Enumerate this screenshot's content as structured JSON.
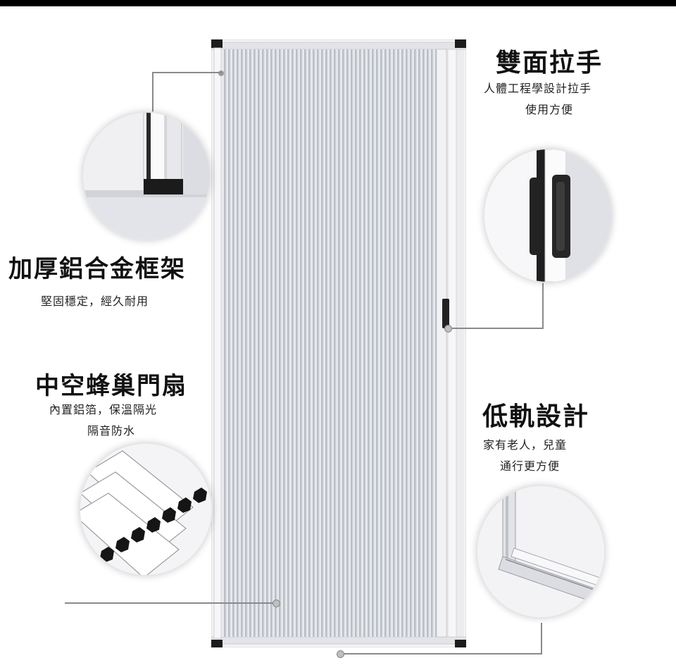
{
  "features": {
    "frame": {
      "title": "加厚鋁合金框架",
      "desc": [
        "堅固穩定，經久耐用"
      ]
    },
    "handle": {
      "title": "雙面拉手",
      "desc": [
        "人體工程學設計拉手",
        "使用方便"
      ]
    },
    "honeycomb": {
      "title": "中空蜂巢門扇",
      "desc": [
        "內置鋁箔，保溫隔光",
        "隔音防水"
      ]
    },
    "track": {
      "title": "低軌設計",
      "desc": [
        "家有老人，兒童",
        "通行更方便"
      ]
    }
  },
  "icons": [
    "frame-corner-detail",
    "handle-detail",
    "honeycomb-pleat-detail",
    "low-track-detail"
  ],
  "colors": {
    "background": "#ffffff",
    "frame": "#e9e9ec",
    "pleat": "#cfd3d9",
    "text": "#111111"
  }
}
